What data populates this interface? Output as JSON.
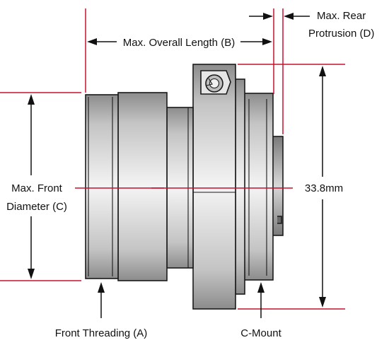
{
  "labels": {
    "rear_protrusion_line1": "Max. Rear",
    "rear_protrusion_line2": "Protrusion (D)",
    "overall_length": "Max. Overall Length (B)",
    "front_diameter_line1": "Max. Front",
    "front_diameter_line2": "Diameter (C)",
    "height_value": "33.8mm",
    "front_threading": "Front Threading (A)",
    "c_mount": "C-Mount"
  },
  "colors": {
    "dimension_line": "#c8102e",
    "outline": "#1a1a1a",
    "metal_light": "#f4f4f4",
    "metal_dark": "#8c8c8c"
  },
  "icons": {
    "locking_screw": "locking-screw-icon"
  }
}
